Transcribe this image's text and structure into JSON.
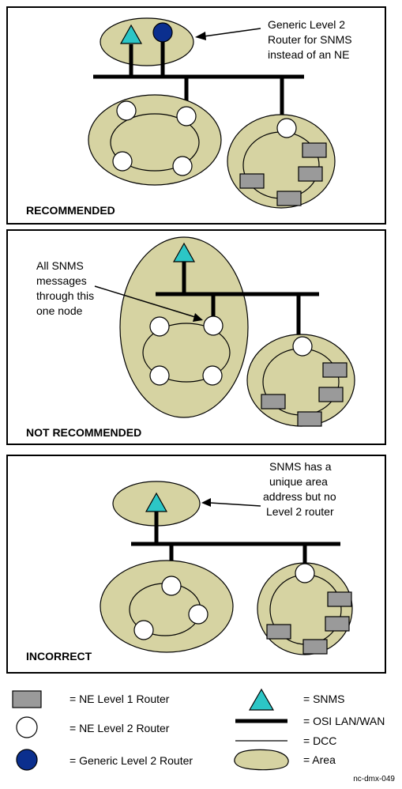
{
  "panels": [
    {
      "label": "RECOMMENDED",
      "note_lines": [
        "Generic Level 2",
        "Router for SNMS",
        "instead of an NE"
      ]
    },
    {
      "label": "NOT RECOMMENDED",
      "note_lines": [
        "All SNMS",
        "messages",
        "through this",
        "one node"
      ]
    },
    {
      "label": "INCORRECT",
      "note_lines": [
        "SNMS has a",
        "unique area",
        "address but no",
        "Level 2 router"
      ]
    }
  ],
  "legend": {
    "ne_level1": "= NE Level 1 Router",
    "ne_level2": "= NE Level 2 Router",
    "generic_level2": "= Generic Level 2 Router",
    "snms": "= SNMS",
    "lan_wan": "= OSI LAN/WAN",
    "dcc": "= DCC",
    "area": "= Area"
  },
  "figure_id": "nc-dmx-049",
  "colors": {
    "area": "#d6d3a2",
    "snms": "#2cc6c6",
    "generic_router": "#0b2f8e",
    "ne_level1": "#9a9a9a"
  }
}
